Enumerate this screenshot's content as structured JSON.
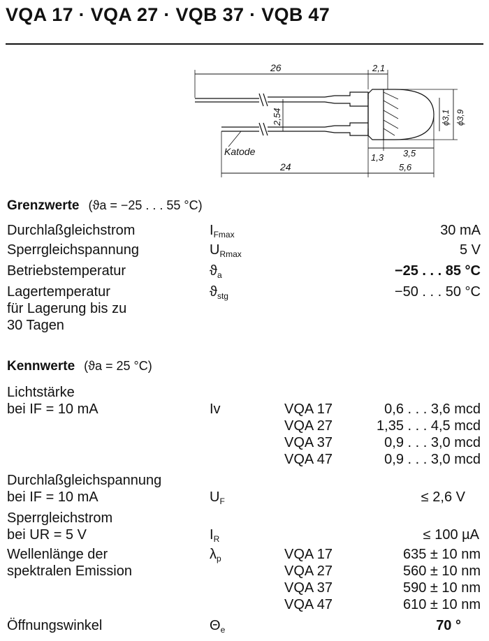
{
  "header": {
    "title": "VQA 17 · VQA 27 · VQB 37 · VQB 47"
  },
  "drawing": {
    "dim_26": "26",
    "dim_2_1": "2,1",
    "dim_2_54": "2,54",
    "dim_d3_1": "ϕ3,1",
    "dim_d3_9": "ϕ3,9",
    "dim_1_3": "1,3",
    "dim_3_5": "3,5",
    "dim_24": "24",
    "dim_5_6": "5,6",
    "katode": "Katode"
  },
  "grenzwerte": {
    "heading": "Grenzwerte",
    "condition": "(ϑa = −25 . . . 55 °C)",
    "rows": [
      {
        "label": "Durchlaßgleichstrom",
        "symbol": "I",
        "symbol_sub": "Fmax",
        "value": "30 mA"
      },
      {
        "label": "Sperrgleichspannung",
        "symbol": "U",
        "symbol_sub": "Rmax",
        "value": "5 V"
      },
      {
        "label": "Betriebstemperatur",
        "symbol": "ϑ",
        "symbol_sub": "a",
        "value": "−25 . . . 85 °C"
      },
      {
        "label": "Lagertemperatur",
        "label_line2": "für Lagerung bis zu",
        "label_line3": "30 Tagen",
        "symbol": "ϑ",
        "symbol_sub": "stg",
        "value": "−50 . . . 50  °C"
      }
    ]
  },
  "kennwerte": {
    "heading": "Kennwerte",
    "condition": "(ϑa = 25 °C)",
    "lichtstaerke": {
      "label": "Lichtstärke",
      "label_line2": "bei IF = 10 mA",
      "symbol": "Iv",
      "types": [
        "VQA 17",
        "VQA 27",
        "VQA 37",
        "VQA 47"
      ],
      "values": [
        "0,6 . . . 3,6 mcd",
        "1,35 . . . 4,5 mcd",
        "0,9 . . . 3,0 mcd",
        "0,9 . . . 3,0 mcd"
      ]
    },
    "durchlass": {
      "label": "Durchlaßgleichspannung",
      "label_line2": "bei IF = 10 mA",
      "symbol": "U",
      "symbol_sub": "F",
      "value": "≤ 2,6 V"
    },
    "sperrstrom": {
      "label": "Sperrgleichstrom",
      "label_line2": "bei UR = 5 V",
      "symbol": "I",
      "symbol_sub": "R",
      "value": "≤ 100 µA"
    },
    "wellenlaenge": {
      "label": "Wellenlänge der",
      "label_line2": "spektralen Emission",
      "symbol": "λ",
      "symbol_sub": "p",
      "types": [
        "VQA 17",
        "VQA 27",
        "VQA 37",
        "VQA 47"
      ],
      "values": [
        "635 ± 10 nm",
        "560 ± 10 nm",
        "590 ± 10 nm",
        "610 ± 10 nm"
      ]
    },
    "oeffnung": {
      "label": "Öffnungswinkel",
      "symbol": "Θ",
      "symbol_sub": "e",
      "value": "70 °"
    }
  }
}
